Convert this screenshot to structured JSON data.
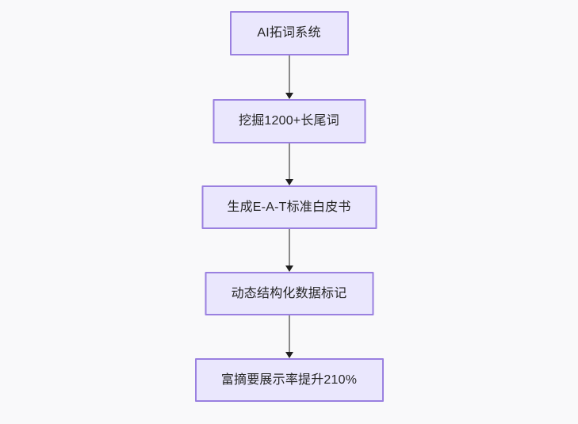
{
  "diagram": {
    "type": "flowchart",
    "orientation": "top-to-bottom",
    "background_color": "#f9f9fa",
    "node_fill_color": "#eae7fd",
    "node_border_color": "#9a80e0",
    "node_text_color": "#262626",
    "connector_color": "#8a8a8a",
    "arrowhead_color": "#1f1f1f",
    "nodes": [
      {
        "id": "n1",
        "label": "AI拓词系统"
      },
      {
        "id": "n2",
        "label": "挖掘1200+长尾词"
      },
      {
        "id": "n3",
        "label": "生成E-A-T标准白皮书"
      },
      {
        "id": "n4",
        "label": "动态结构化数据标记"
      },
      {
        "id": "n5",
        "label": "富摘要展示率提升210%"
      }
    ],
    "edges": [
      {
        "from": "n1",
        "to": "n2",
        "label": ""
      },
      {
        "from": "n2",
        "to": "n3",
        "label": ""
      },
      {
        "from": "n3",
        "to": "n4",
        "label": ""
      },
      {
        "from": "n4",
        "to": "n5",
        "label": ""
      }
    ]
  }
}
